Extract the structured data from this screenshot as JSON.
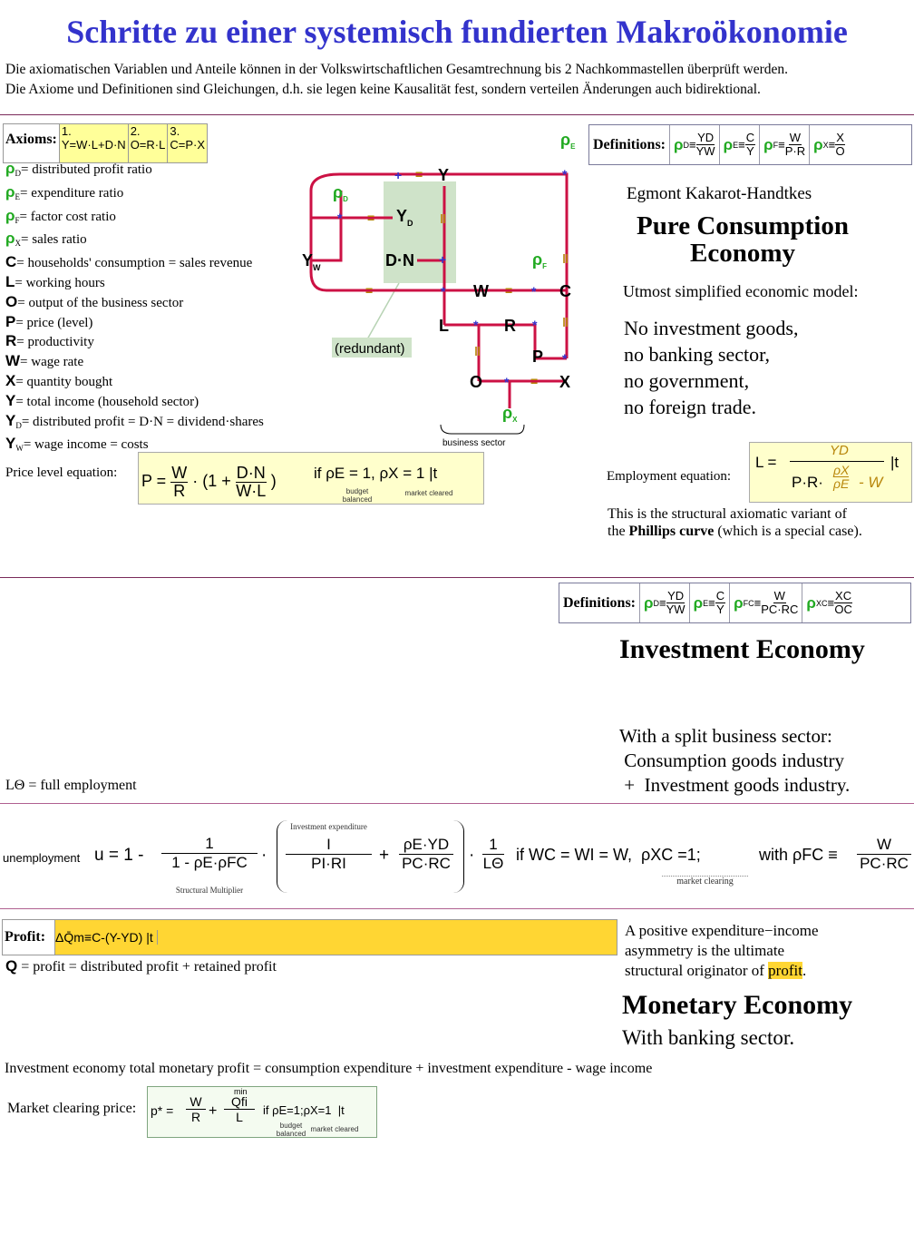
{
  "title": "Schritte zu einer systemisch fundierten Makroökonomie",
  "intro_line1": "Die axiomatischen Variablen und Anteile können in der Volkswirtschaftlichen Gesamtrechnung bis 2 Nachkommastellen überprüft werden.",
  "intro_line2": "Die Axiome und Definitionen sind Gleichungen, d.h. sie legen keine Kausalität fest, sondern verteilen Änderungen auch bidirektional.",
  "axioms": {
    "label": "Axioms:",
    "items": [
      {
        "n": "1.",
        "eq": "Y=W·L+D·N"
      },
      {
        "n": "2.",
        "eq": "O=R·L"
      },
      {
        "n": "3.",
        "eq": "C=P·X"
      }
    ]
  },
  "legend": [
    {
      "sym": "ρ",
      "sub": "D",
      "text": "= distributed profit ratio"
    },
    {
      "sym": "ρ",
      "sub": "E",
      "text": "= expenditure ratio"
    },
    {
      "sym": "ρ",
      "sub": "F",
      "text": "= factor cost ratio"
    },
    {
      "sym": "ρ",
      "sub": "X",
      "text": "= sales ratio"
    },
    {
      "sym": "C",
      "sub": "",
      "text": "= households' consumption = sales revenue"
    },
    {
      "sym": "L",
      "sub": "",
      "text": "= working hours"
    },
    {
      "sym": "O",
      "sub": "",
      "text": "= output of the business sector"
    },
    {
      "sym": "P",
      "sub": "",
      "text": "= price (level)"
    },
    {
      "sym": "R",
      "sub": "",
      "text": "= productivity"
    },
    {
      "sym": "W",
      "sub": "",
      "text": "= wage rate"
    },
    {
      "sym": "X",
      "sub": "",
      "text": "= quantity bought"
    },
    {
      "sym": "Y",
      "sub": "",
      "text": "= total income (household sector)"
    },
    {
      "sym": "Y",
      "sub": "D",
      "text": "= distributed profit = D·N = dividend·shares"
    },
    {
      "sym": "Y",
      "sub": "W",
      "text": "= wage income = costs"
    }
  ],
  "price_level": {
    "label": "Price level equation:",
    "lhs": "P =",
    "w": "W",
    "r": "R",
    "mid": "· (1 +",
    "dn": "D·N",
    "wl": "W·L",
    "close": ")",
    "cond": "if ρE = 1, ρX = 1  |t",
    "note_budget": "budget balanced",
    "note_market": "market cleared"
  },
  "definitions1": {
    "label": "Definitions:",
    "items": [
      {
        "sym": "ρ",
        "sub": "D",
        "num": "YD",
        "den": "YW"
      },
      {
        "sym": "ρ",
        "sub": "E",
        "num": "C",
        "den": "Y"
      },
      {
        "sym": "ρ",
        "sub": "F",
        "num": "W",
        "den": "P·R"
      },
      {
        "sym": "ρ",
        "sub": "X",
        "num": "X",
        "den": "O"
      }
    ]
  },
  "diagram": {
    "nodes": {
      "Y": "Y",
      "YD": "Y",
      "YD_sub": "D",
      "YW": "Y",
      "YW_sub": "W",
      "DN": "D·N",
      "W": "W",
      "C": "C",
      "L": "L",
      "R": "R",
      "P": "P",
      "O": "O",
      "X": "X"
    },
    "rho_labels": {
      "E": "E",
      "D": "D",
      "F": "F",
      "X": "X"
    },
    "redundant": "(redundant)",
    "business_sector": "business sector"
  },
  "pure": {
    "author": "Egmont Kakarot-Handtkes",
    "heading_line1": "Pure Consumption",
    "heading_line2": "Economy",
    "subtitle": "Utmost simplified economic model:",
    "lines": [
      "No investment goods,",
      "no banking sector,",
      "no government,",
      "no foreign trade."
    ]
  },
  "employment": {
    "label": "Employment equation:",
    "lhs": "L =",
    "num": "YD",
    "den_a": "P·R·",
    "rx": "ρX",
    "re": "ρE",
    "den_b": "- W",
    "tail": "|t"
  },
  "phillips": {
    "line1": "This is the structural axiomatic variant of",
    "line2_a": "the ",
    "line2_b": "Phillips curve",
    "line2_c": " (which is a special case)."
  },
  "definitions2": {
    "label": "Definitions:",
    "items": [
      {
        "sym": "ρ",
        "sub": "D",
        "num": "YD",
        "den": "YW"
      },
      {
        "sym": "ρ",
        "sub": "E",
        "num": "C",
        "den": "Y"
      },
      {
        "sym": "ρ",
        "sub": "FC",
        "num": "W",
        "den": "PC·RC"
      },
      {
        "sym": "ρ",
        "sub": "XC",
        "num": "XC",
        "den": "OC"
      }
    ]
  },
  "investment": {
    "heading": "Investment Economy",
    "lines": [
      "With a split business sector:",
      " Consumption goods industry",
      " +  Investment goods industry."
    ]
  },
  "full_employment": "LΘ = full employment",
  "unemployment": {
    "label": "unemployment",
    "lhs": "u = 1 -",
    "one": "1",
    "den": "1 - ρE·ρFC",
    "structural": "Structural Multiplier",
    "inv_exp": "Investment expenditure",
    "i": "I",
    "piri": "PI·RI",
    "plus": "+",
    "reyd": "ρE·YD",
    "pcrc": "PC·RC",
    "one2": "1",
    "ltheta": "LΘ",
    "cond": "if WC = WI = W,  ρXC =1;",
    "market_clearing": "market clearing",
    "with": "with ρFC ≡",
    "w": "W",
    "pcrc2": "PC·RC"
  },
  "profit": {
    "label": "Profit:",
    "eq": "ΔQ̄m≡C-(Y-YD) |t",
    "def": "= profit = distributed profit + retained profit",
    "q": "Q",
    "asym1": "A positive expenditure−income",
    "asym2": "asymmetry is the ultimate",
    "asym3_a": "structural originator of ",
    "asym3_b": "profit",
    "asym3_c": "."
  },
  "monetary": {
    "heading": "Monetary Economy",
    "sub": "With banking sector."
  },
  "total_profit": "Investment economy total monetary profit = consumption expenditure + investment expenditure - wage income",
  "market_price": {
    "label": "Market clearing price:",
    "lhs": "p* =",
    "w": "W",
    "r": "R",
    "plus": "+",
    "qfi": "Qfi",
    "min": "min",
    "l": "L",
    "cond": "if ρE=1;ρX=1  |t",
    "note_budget": "budget balanced",
    "note_market": "market cleared"
  },
  "colors": {
    "title": "#3333cc",
    "rho": "#22aa22",
    "wire": "#cc1144",
    "node": "#3333cc",
    "equal": "#b8860b",
    "profit_bar": "#ffd633"
  }
}
